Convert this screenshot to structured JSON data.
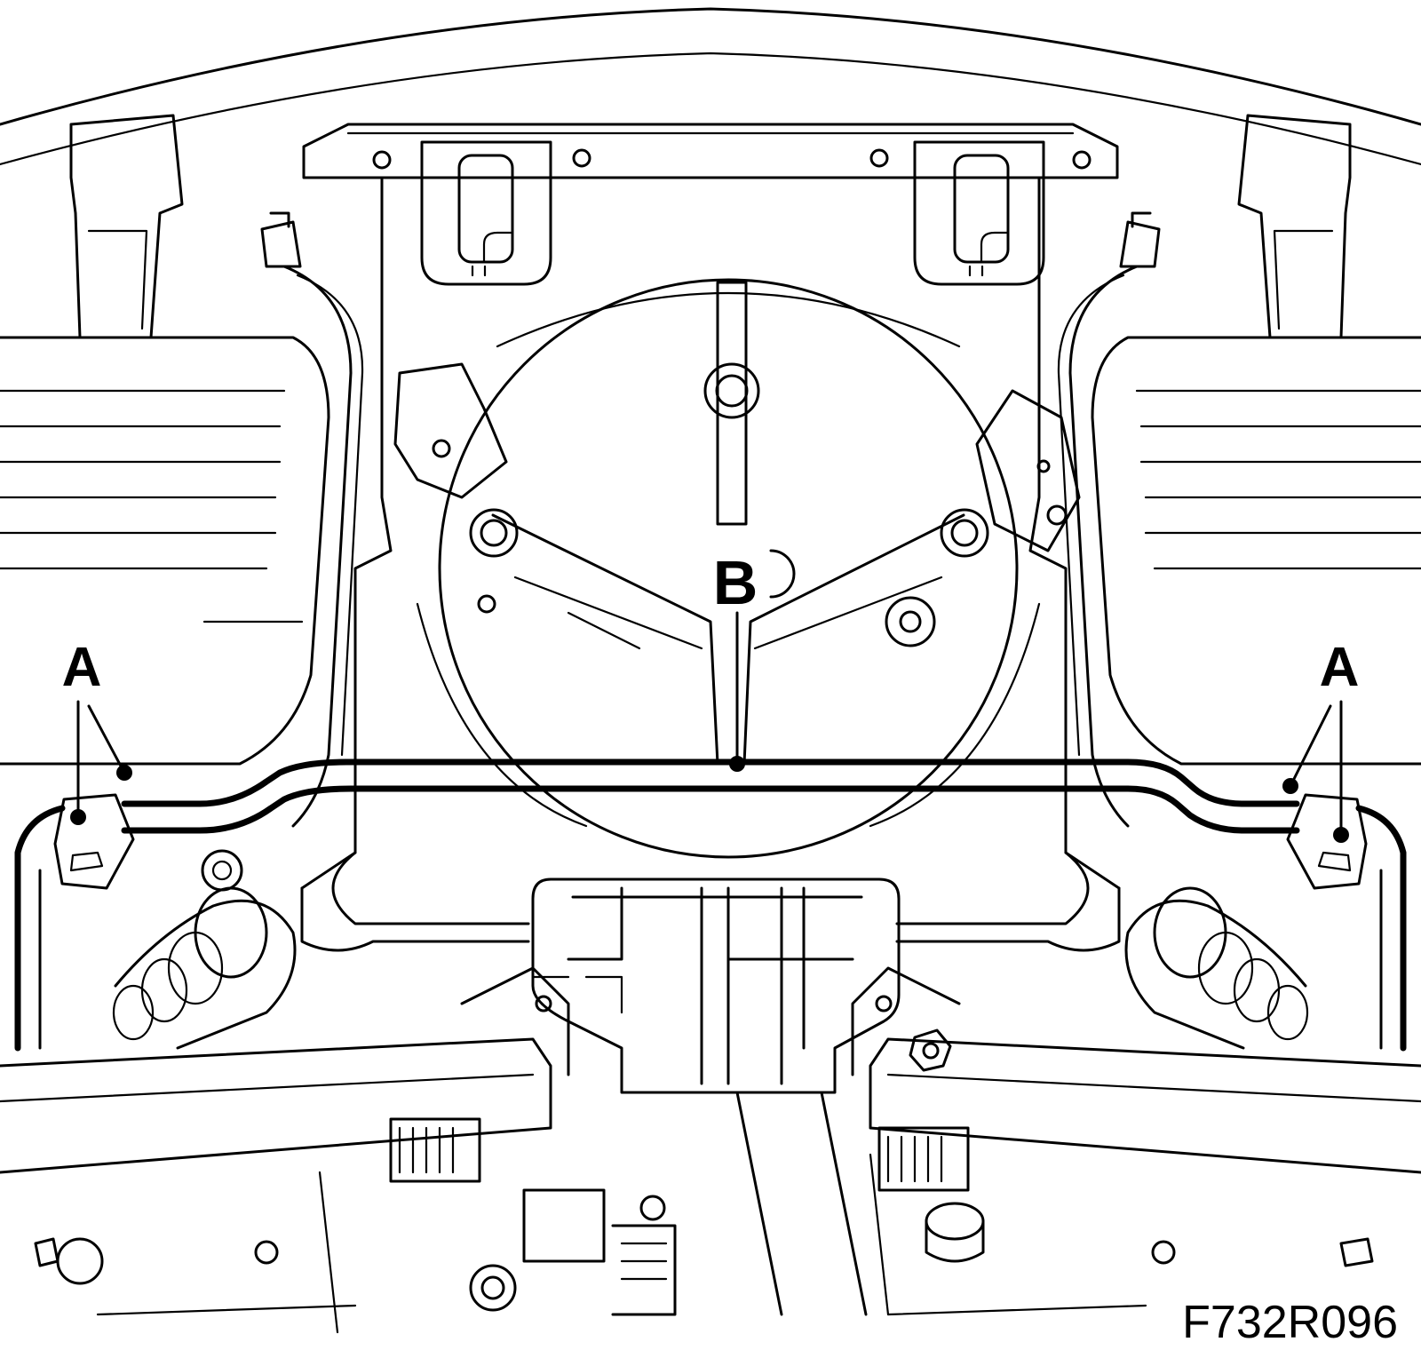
{
  "figure": {
    "callouts": {
      "a_left": "A",
      "a_right": "A",
      "b_center": "B"
    },
    "figure_code": "F732R096"
  }
}
